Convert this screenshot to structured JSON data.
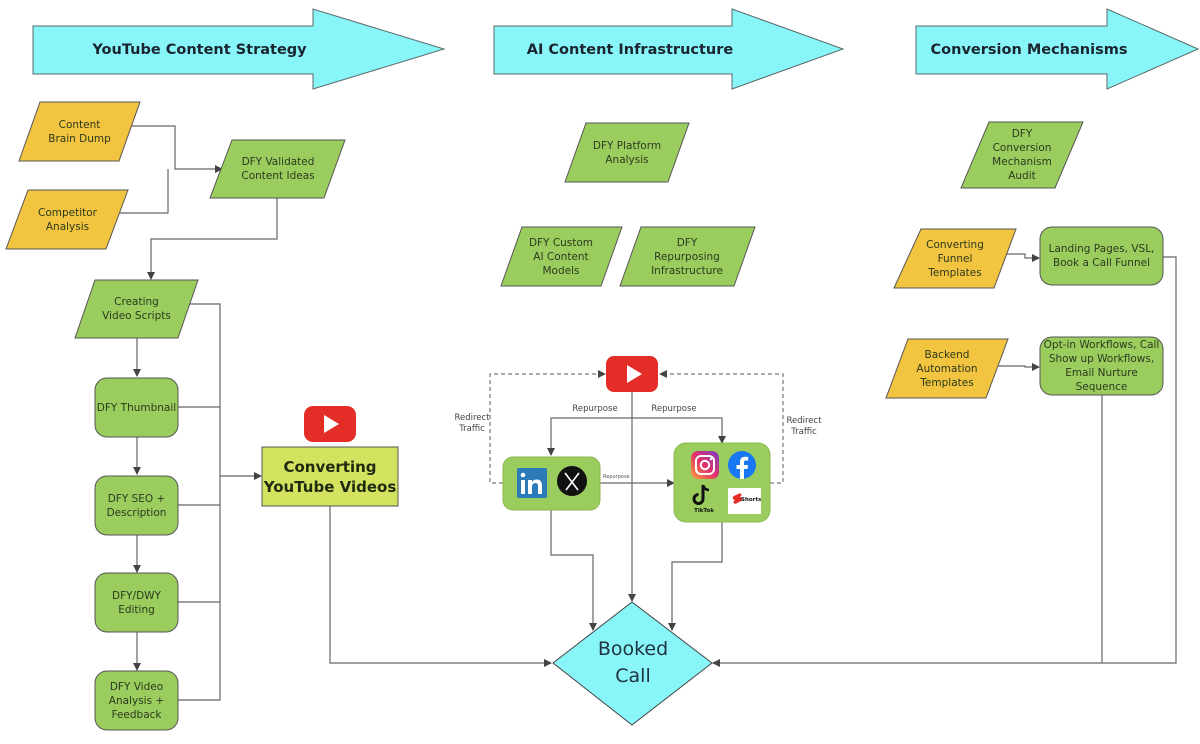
{
  "colors": {
    "header_fill": "#88f5f8",
    "input_fill": "#f3c43f",
    "process_fill": "#9bcd5e",
    "highlight_fill": "#d4e35f",
    "decision_fill": "#88f5f8",
    "youtube_red": "#e52d27",
    "line": "#555555"
  },
  "headers": [
    {
      "label": "YouTube Content Strategy"
    },
    {
      "label": "AI Content Infrastructure"
    },
    {
      "label": "Conversion Mechanisms"
    }
  ],
  "youtube_strategy": {
    "content_brain_dump": "Content\nBrain Dump",
    "competitor_analysis": "Competitor\nAnalysis",
    "validated_ideas": "DFY Validated\nContent Ideas",
    "video_scripts": "Creating\nVideo Scripts",
    "thumbnail": "DFY Thumbnail",
    "seo": "DFY SEO +\nDescription",
    "editing": "DFY/DWY\nEditing",
    "analysis": "DFY Video\nAnalysis +\nFeedback",
    "converting_videos": "Converting\nYouTube Videos"
  },
  "ai_infra": {
    "platform_analysis": "DFY Platform\nAnalysis",
    "custom_models": "DFY Custom\nAI Content\nModels",
    "repurposing": "DFY\nRepurposing\nInfrastructure",
    "repurpose_left": "Repurpose",
    "repurpose_right": "Repurpose",
    "repurpose_small": "Repurpose",
    "redirect_left": "Redirect\nTraffic",
    "redirect_right": "Redirect\nTraffic",
    "social_icons": [
      "youtube-icon",
      "linkedin-icon",
      "x-icon",
      "instagram-icon",
      "facebook-icon",
      "tiktok-icon",
      "youtube-shorts-icon"
    ],
    "tiktok_label": "TikTok",
    "shorts_label": "Shorts"
  },
  "conversion": {
    "audit": "DFY\nConversion\nMechanism\nAudit",
    "funnel_templates": "Converting\nFunnel\nTemplates",
    "landing_pages": "Landing Pages, VSL,\nBook a Call Funnel",
    "backend_templates": "Backend\nAutomation\nTemplates",
    "workflows": "Opt-in Workflows, Call\nShow up Workflows,\nEmail Nurture Sequence"
  },
  "booked_call": "Booked\nCall"
}
